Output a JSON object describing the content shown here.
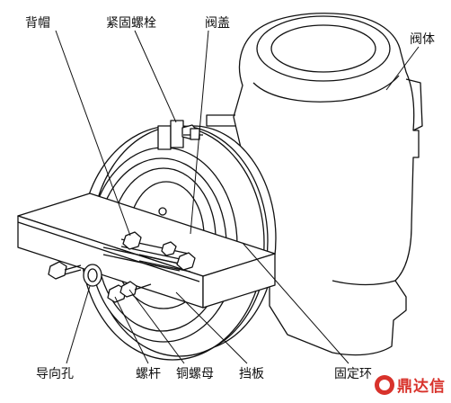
{
  "labels": {
    "back_cap": "背帽",
    "fastening_bolt": "紧固螺栓",
    "valve_cover": "阀盖",
    "valve_body": "阀体",
    "guide_hole": "导向孔",
    "screw_rod": "螺杆",
    "copper_nut": "铜螺母",
    "baffle": "挡板",
    "fixing_ring": "固定环"
  },
  "watermark": {
    "text": "鼎达信",
    "color": "#d8322b"
  }
}
